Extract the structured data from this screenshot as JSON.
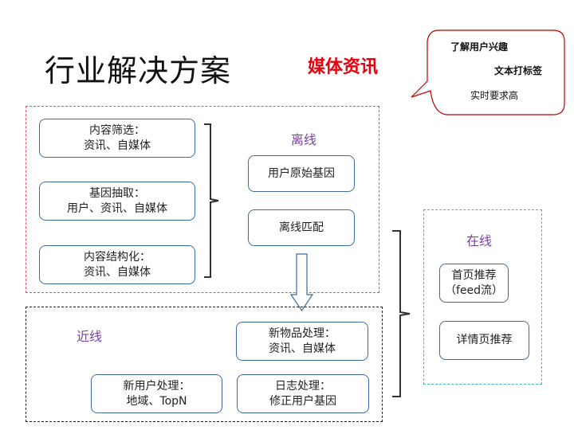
{
  "title": "行业解决方案",
  "subtitle": "媒体资讯",
  "callout": {
    "lines": [
      "了解用户兴趣",
      "文本打标签",
      "实时要求高"
    ]
  },
  "offline": {
    "label": "离线",
    "inputs": [
      {
        "line1": "内容筛选：",
        "line2": "资讯、自媒体"
      },
      {
        "line1": "基因抽取：",
        "line2": "用户、资讯、自媒体"
      },
      {
        "line1": "内容结构化：",
        "line2": "资讯、自媒体"
      }
    ],
    "steps": [
      "用户原始基因",
      "离线匹配"
    ]
  },
  "near": {
    "label": "近线",
    "boxes": [
      {
        "line1": "新物品处理：",
        "line2": "资讯、自媒体"
      },
      {
        "line1": "新用户处理：",
        "line2": "地域、TopN"
      },
      {
        "line1": "日志处理：",
        "line2": "修正用户基因"
      }
    ]
  },
  "online": {
    "label": "在线",
    "boxes": [
      {
        "line1": "首页推荐",
        "line2": "（feed流）"
      },
      {
        "line1": "详情页推荐",
        "line2": ""
      }
    ]
  },
  "colors": {
    "subtitle": "#e8000d",
    "box_border": "#3e6ba8",
    "offline_border": "#e05060",
    "online_border": "#3fb7c9",
    "label_purple": "#7a3fa8",
    "callout_border": "#c00000"
  }
}
